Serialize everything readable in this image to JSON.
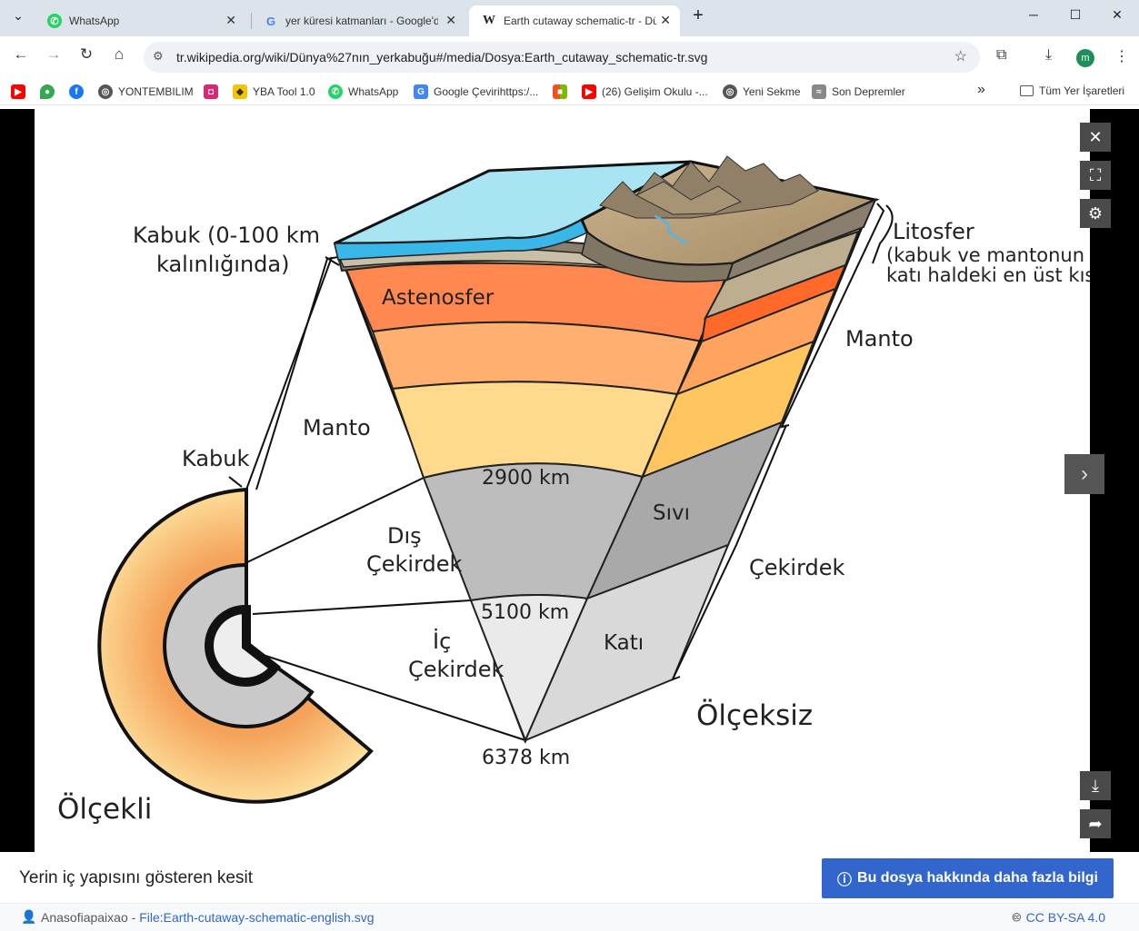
{
  "browser": {
    "tabs": [
      {
        "label": "WhatsApp",
        "icon": "whatsapp-icon",
        "active": false
      },
      {
        "label": "yer küresi katmanları - Google'da",
        "icon": "google-icon",
        "active": false
      },
      {
        "label": "Earth cutaway schematic-tr - Dü",
        "icon": "wikipedia-icon",
        "active": true
      }
    ],
    "new_tab": "+",
    "url": "tr.wikipedia.org/wiki/Dünya%27nın_yerkabuğu#/media/Dosya:Earth_cutaway_schematic-tr.svg",
    "avatar_letter": "m"
  },
  "bookmarks": [
    {
      "label": "",
      "color": "#ff0000",
      "icon": "youtube-icon"
    },
    {
      "label": "",
      "color": "#34a853",
      "icon": "maps-icon"
    },
    {
      "label": "",
      "color": "#1877f2",
      "icon": "facebook-icon"
    },
    {
      "label": "YONTEMBILIM",
      "color": "#555555",
      "icon": "globe-icon"
    },
    {
      "label": "",
      "color": "#d62976",
      "icon": "instagram-icon"
    },
    {
      "label": "YBA Tool 1.0",
      "color": "#f5c400",
      "icon": "yba-icon"
    },
    {
      "label": "WhatsApp",
      "color": "#25d366",
      "icon": "whatsapp-icon"
    },
    {
      "label": "Google Çevirihttps:/...",
      "color": "#4285f4",
      "icon": "translate-icon"
    },
    {
      "label": "",
      "color": "#f25022",
      "icon": "microsoft-icon"
    },
    {
      "label": "(26) Gelişim Okulu -...",
      "color": "#ff0000",
      "icon": "youtube-icon"
    },
    {
      "label": "Yeni Sekme",
      "color": "#555555",
      "icon": "globe-icon"
    },
    {
      "label": "Son Depremler",
      "color": "#888888",
      "icon": "quake-icon"
    }
  ],
  "bookmarks_more": "»",
  "all_bookmarks": "Tüm Yer İşaretleri",
  "diagram": {
    "crust_label": "Kabuk (0-100 km",
    "crust_label2": "kalınlığında)",
    "lithosphere": "Litosfer",
    "lithosphere_sub1": "(kabuk ve mantonun",
    "lithosphere_sub2": "katı haldeki en üst kısmı)",
    "asthenosphere": "Astenosfer",
    "mantle_right": "Manto",
    "mantle_left": "Manto",
    "crust_small": "Kabuk",
    "depth_2900": "2900 km",
    "outer_core1": "Dış",
    "outer_core2": "Çekirdek",
    "liquid": "Sıvı",
    "core": "Çekirdek",
    "depth_5100": "5100 km",
    "inner_core1": "İç",
    "inner_core2": "Çekirdek",
    "solid": "Katı",
    "unscaled": "Ölçeksiz",
    "depth_6378": "6378 km",
    "scaled": "Ölçekli"
  },
  "caption": "Yerin iç yapısını gösteren kesit",
  "more_info_button": "Bu dosya hakkında daha fazla bilgi",
  "footer": {
    "author": "Anasofiapaixao",
    "separator": " - ",
    "file_link": "File:Earth-cutaway-schematic-english.svg",
    "license": "CC BY-SA 4.0"
  }
}
